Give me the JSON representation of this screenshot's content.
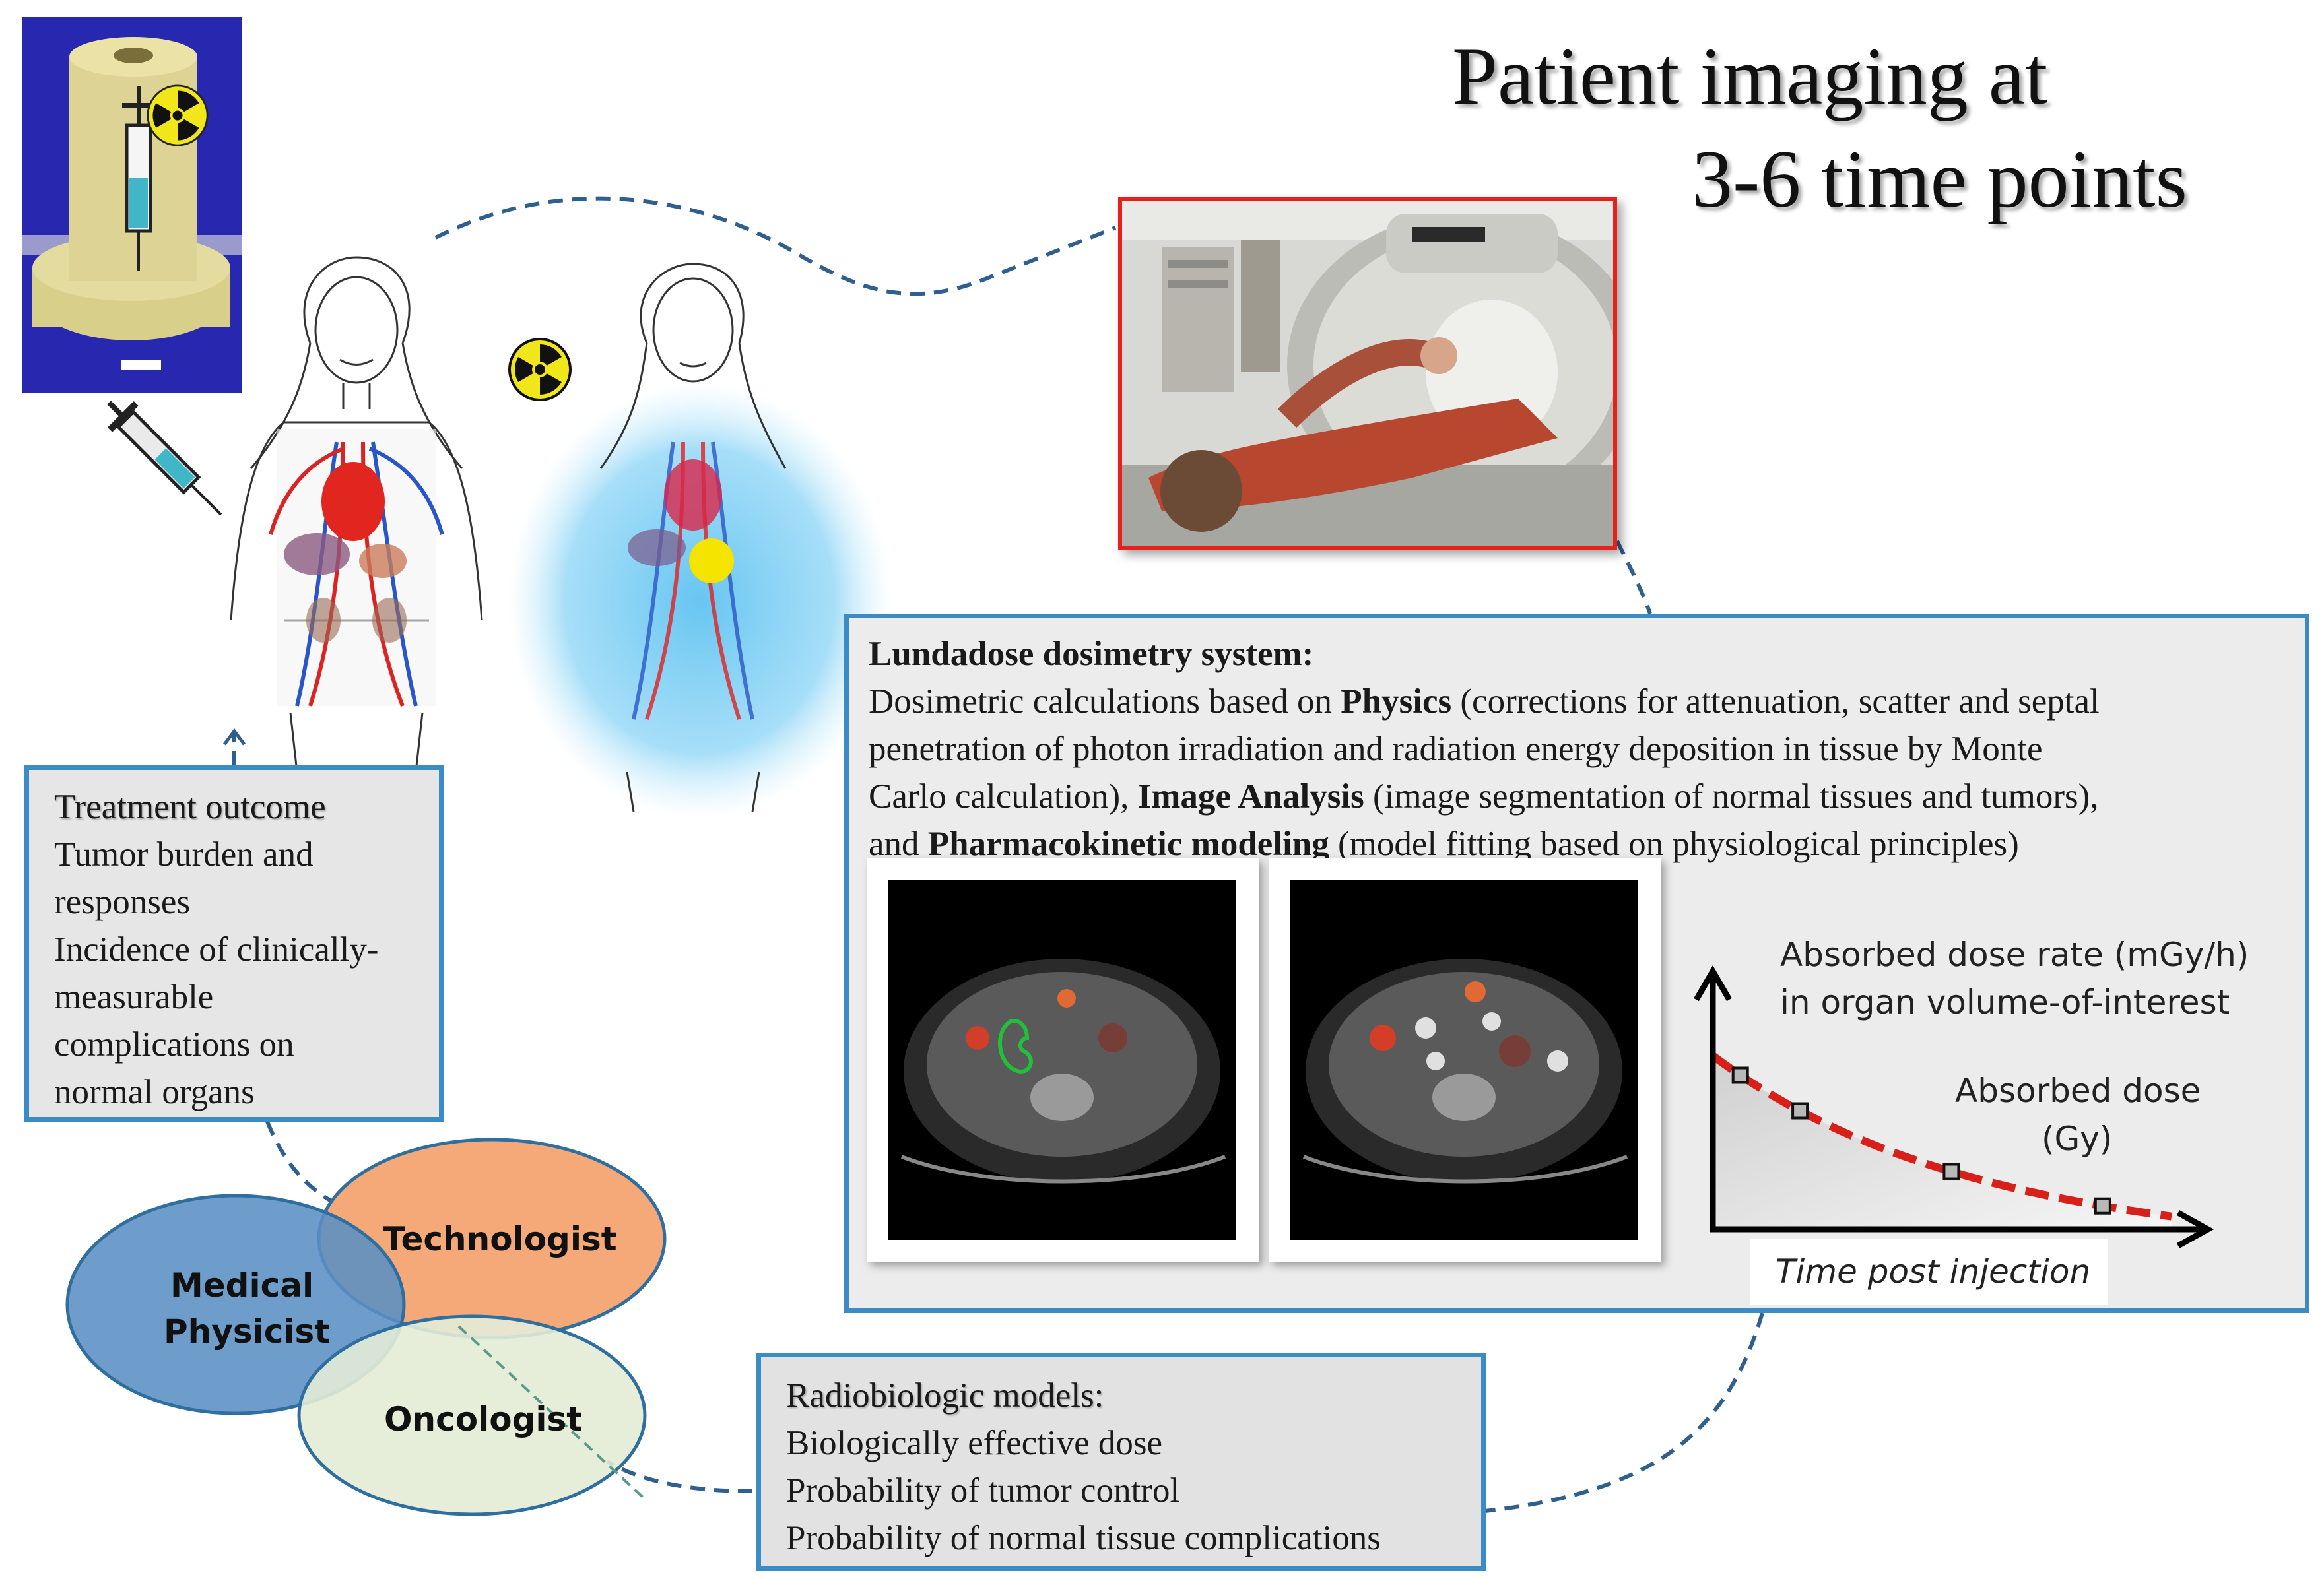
{
  "title": {
    "line1": "Patient imaging at",
    "line2": "3-6 time points"
  },
  "treatment_outcome": {
    "heading": "Treatment outcome",
    "lines": [
      "Tumor burden and",
      "responses",
      "Incidence of clinically-",
      "measurable",
      "complications on",
      "normal organs"
    ]
  },
  "dosimetry_system": {
    "heading": "Lundadose dosimetry system:",
    "p1_a": "Dosimetric calculations based on ",
    "p1_b": "Physics",
    "p1_c": " (corrections for attenuation, scatter and septal",
    "l2": "penetration of photon irradiation and radiation energy deposition in tissue by Monte",
    "l3_a": "Carlo calculation), ",
    "l3_b": "Image Analysis",
    "l3_c": " (image segmentation of normal tissues and tumors),",
    "l4_a": "and ",
    "l4_b": "Pharmacokinetic modeling",
    "l4_c": " (model fitting based on physiological principles)"
  },
  "radiobiologic_models": {
    "heading": "Radiobiologic models:",
    "lines": [
      "Biologically effective dose",
      "Probability of tumor control",
      "Probability of normal tissue complications"
    ]
  },
  "team": {
    "physicist_1": "Medical",
    "physicist_2": "Physicist",
    "technologist": "Technologist",
    "oncologist": "Oncologist"
  },
  "chart_data": {
    "type": "line",
    "ylabel_1": "Absorbed dose rate (mGy/h)",
    "ylabel_2": "in organ volume-of-interest",
    "xlabel": "Time post injection",
    "area_label_1": "Absorbed dose",
    "area_label_2": "(Gy)",
    "measured_points": [
      0.06,
      0.19,
      0.52,
      0.85
    ],
    "note": ""
  },
  "colors": {
    "box_border": "#3b8cc4",
    "box_fill": "#e6e6e6",
    "dash_line": "#2f5f8f",
    "physicist": "#5b8fc4",
    "technologist": "#f5a878",
    "oncologist": "#e3ecd6",
    "curve": "#d8201a",
    "photo_border": "#e8201c"
  }
}
